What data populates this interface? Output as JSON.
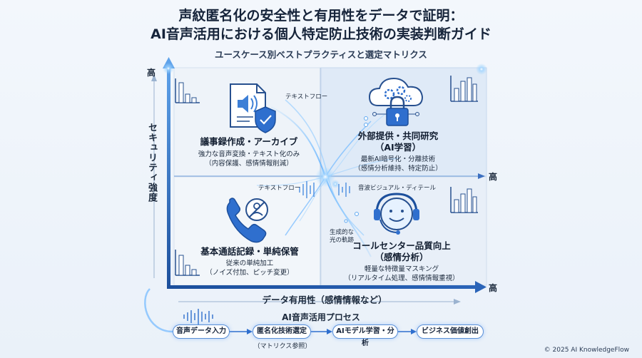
{
  "title": {
    "line1": "声紋匿名化の安全性と有用性をデータで証明：",
    "line2": "AI音声活用における個人特定防止技術の実装判断ガイド"
  },
  "subtitle": "ユースケース別ベストプラクティスと選定マトリクス",
  "axes": {
    "y_title": "セキュリティ強度",
    "y_high": "高",
    "x_title": "データ有用性（感情情報など）",
    "x_high": "高",
    "mid_high": "高"
  },
  "quadrants": {
    "top_left": {
      "title": "議事録作成・アーカイブ",
      "desc1": "強力な音声変換・テキスト化のみ",
      "desc2": "（内容保護、感情情報削減）"
    },
    "top_right": {
      "title1": "外部提供・共同研究",
      "title2": "（AI学習）",
      "desc1": "最新AI暗号化・分離技術",
      "desc2": "（感情分析維持、特定防止）"
    },
    "bottom_left": {
      "title": "基本通話記録・単純保管",
      "desc1": "従来の単純加工",
      "desc2": "（ノイズ付加、ピッチ変更）"
    },
    "bottom_right": {
      "title1": "コールセンター品質向上",
      "title2": "（感情分析）",
      "desc1": "軽量な特徴量マスキング",
      "desc2": "（リアルタイム処理、感情情報重視）"
    }
  },
  "flow_labels": {
    "text_flow_top": "テキストフロー",
    "text_flow_mid": "テキストフロー",
    "waveform_detail": "音波ビジュアル・ディテール",
    "light_track1": "生成的な",
    "light_track2": "光の軌跡"
  },
  "process": {
    "title": "AI音声活用プロセス",
    "steps": [
      "音声データ入力",
      "匿名化技術選定",
      "AIモデル学習・分析",
      "ビジネス価値創出"
    ],
    "note": "（マトリクス参照）"
  },
  "copyright": "© 2025 AI KnowledgeFlow",
  "colors": {
    "accent": "#2f6fce",
    "glow": "#7fc4ff",
    "ink": "#1c2a3d"
  },
  "icons": [
    "document-speaker-shield-icon",
    "cloud-gear-lock-icon",
    "phone-anonymous-user-icon",
    "headset-smiley-icon",
    "bar-chart-icon",
    "waveform-icon"
  ]
}
